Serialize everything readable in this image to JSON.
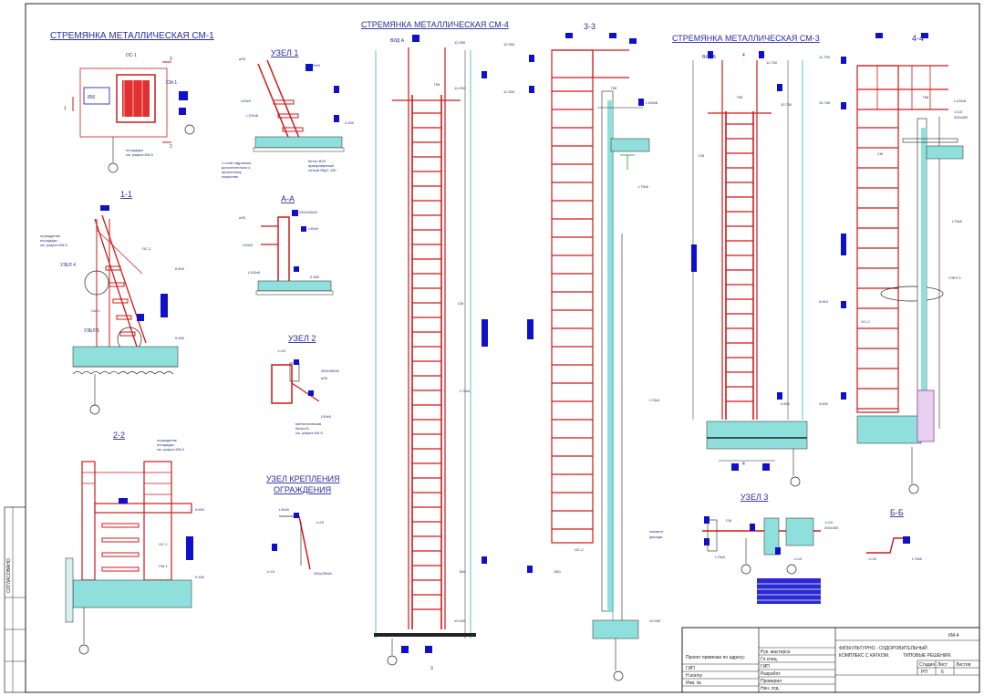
{
  "titles": {
    "cm1": "СТРЕМЯНКА МЕТАЛЛИЧЕСКАЯ СМ-1",
    "cm4": "СТРЕМЯНКА МЕТАЛЛИЧЕСКАЯ СМ-4",
    "cm3": "СТРЕМЯНКА МЕТАЛЛИЧЕСКАЯ СМ-3",
    "s33": "3-3",
    "s44": "4-4",
    "s11": "1-1",
    "s22": "2-2",
    "sAA": "А-А",
    "sBB": "Б-Б",
    "uzel1": "УЗЕЛ 1",
    "uzel2": "УЗЕЛ 2",
    "uzel3": "УЗЕЛ 3",
    "uzelKr1": "УЗЕЛ КРЕПЛЕНИЯ",
    "uzelKr2": "ОГРАЖДЕНИЯ"
  },
  "views": {
    "vidA": "ВИД А",
    "vidB": "ВИД Б"
  },
  "marks": {
    "oc1": "ОС-1",
    "cm1": "СМ-1",
    "oc2": "ОС-2",
    "pm": "ПМ",
    "cm": "СМ",
    "uzel4": "УЗЕЛ 4",
    "uzel5": "УЗЕЛ 5",
    "uzel3": "УЗЕЛ 3",
    "l63": "L63x5",
    "l75": "L75x6",
    "l100": "L100x8",
    "l50": "L50x5",
    "elem": "элемент",
    "fasad": "фасада",
    "plosh1": "площадка",
    "plosh2": "см. разрез КМ-5",
    "ogr1": "ограждение",
    "ogr2": "площадки",
    "ogr3": "см. разрез КМ-5",
    "sloi1": "1 слой гидроизол.",
    "sloi2": "дополнительно к",
    "sloi3": "проектному",
    "sloi4": "покрытию",
    "beton1": "бетон В25",
    "beton2": "армированный",
    "beton3": "сеткой 5Вр1-150",
    "metal1": "металлическая",
    "metal2": "балка Б-",
    "metal3": "см. разрез КМ-5",
    "pl10": "-t=10",
    "pl300": "300x300",
    "pl250": "250x250x8",
    "d25": "ø25",
    "a2": "2",
    "a1": "1",
    "a4": "4",
    "a3": "3",
    "aA": "А",
    "aB": "Б",
    "aM": "М"
  },
  "levels": {
    "v12950": "12.950",
    "v11250": "11.250",
    "v11750": "11.750",
    "v10750": "10.750",
    "v6600": "6.600",
    "v6450": "6.450",
    "v5810": "5.810",
    "v4600": "4.600",
    "v2400": "2.400",
    "v0000": "±0.000",
    "v850": "850",
    "v0450": "0.450"
  },
  "titleblock": {
    "code": "КМ-4",
    "project1": "ФИЗКУЛЬТУРНО - ОЗДОРОВИТЕЛЬНЫЙ",
    "project2": "КОМПЛЕКС С КАТКОМ.",
    "project3": "ТИПОВЫЕ РЕШЕНИЯ.",
    "proj_ref": "Проект привязан по адресу:",
    "r1": "ГИП",
    "r2": "Н.контр",
    "r3": "Инв. №",
    "c1": "Рук. мастерск.",
    "c2": "Гл.спец.",
    "c3": "ГИП",
    "c4": "Разработ.",
    "c5": "Проверил",
    "c6": "Нач. отд.",
    "stage_h": "Стадия",
    "sheet_h": "Лист",
    "sheets_h": "Листов",
    "stage": "РП",
    "sheet": "6"
  },
  "side_stamp": "СОГЛАСОВАНО"
}
